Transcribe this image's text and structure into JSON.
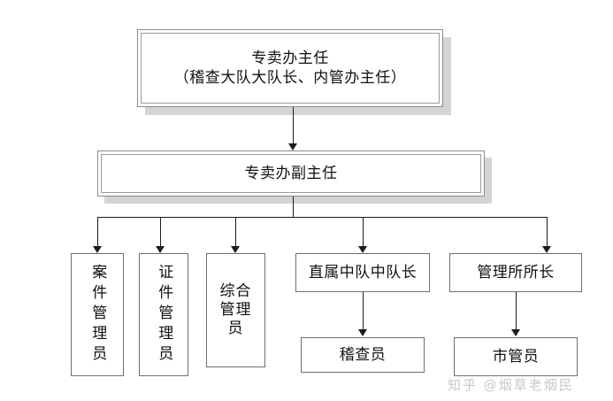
{
  "diagram": {
    "type": "org-chart",
    "title_line1": "专卖办主任",
    "title_line2": "（稽查大队大队长、内管办主任）",
    "level2": "专卖办副主任",
    "level3": [
      {
        "label": "案件管理员",
        "orientation": "vertical"
      },
      {
        "label": "证件管理员",
        "orientation": "vertical"
      },
      {
        "label": "综合管理员",
        "orientation": "wrapped"
      },
      {
        "label": "直属中队中队长",
        "orientation": "horizontal"
      },
      {
        "label": "管理所所长",
        "orientation": "horizontal"
      }
    ],
    "level4": [
      {
        "label": "稽查员",
        "parent": "直属中队中队长"
      },
      {
        "label": "市管员",
        "parent": "管理所所长"
      }
    ]
  },
  "watermark": {
    "text": "知乎 @烟草老烟民"
  },
  "colors": {
    "background": "#ffffff",
    "box_border": "#6f6f6f",
    "double_border": "#8b8b8b",
    "connector": "#1c1c1c",
    "shadow": "#d4d4d4",
    "text": "#111111",
    "watermark": "#c9c9c9"
  }
}
